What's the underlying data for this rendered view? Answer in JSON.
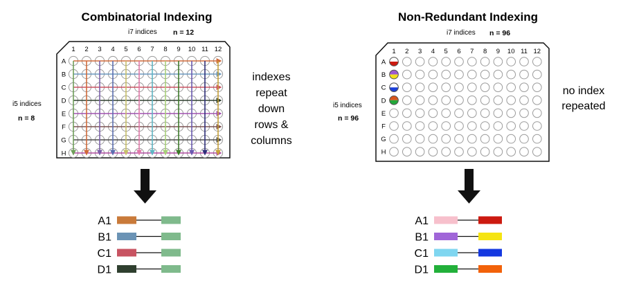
{
  "combinatorial": {
    "title": "Combinatorial Indexing",
    "i7_label": "i7 indices",
    "i7_n": "n = 12",
    "i5_label": "i5 indices",
    "i5_n": "n = 8",
    "note_lines": [
      "indexes",
      "repeat",
      "down",
      "rows &",
      "columns"
    ],
    "columns": [
      "1",
      "2",
      "3",
      "4",
      "5",
      "6",
      "7",
      "8",
      "9",
      "10",
      "11",
      "12"
    ],
    "rows": [
      "A",
      "B",
      "C",
      "D",
      "E",
      "F",
      "G",
      "H"
    ],
    "column_arrow_colors": [
      "#6f9f5a",
      "#d06a3a",
      "#7a5fa8",
      "#5c6fb0",
      "#c7c06a",
      "#e07aa8",
      "#5fb6c4",
      "#a8d07a",
      "#3d7a2a",
      "#6a5ab0",
      "#2e2f7a",
      "#c8a23a"
    ],
    "row_arrow_colors": [
      "#d06a3a",
      "#6a97bd",
      "#c85060",
      "#2f3f2f",
      "#a050b0",
      "#7a5050",
      "#4a4a4a",
      "#b04aa0"
    ],
    "combos": [
      {
        "label": "A1",
        "i7_color": "#c97a3a",
        "i5_color": "#7fba8c"
      },
      {
        "label": "B1",
        "i7_color": "#6b93b5",
        "i5_color": "#7fba8c"
      },
      {
        "label": "C1",
        "i7_color": "#c85462",
        "i5_color": "#7fba8c"
      },
      {
        "label": "D1",
        "i7_color": "#2f3f2f",
        "i5_color": "#7fba8c"
      }
    ]
  },
  "non_redundant": {
    "title": "Non-Redundant Indexing",
    "i7_label": "i7 indices",
    "i7_n": "n = 96",
    "i5_label": "i5 indices",
    "i5_n": "n = 96",
    "note_lines": [
      "no index",
      "repeated"
    ],
    "columns": [
      "1",
      "2",
      "3",
      "4",
      "5",
      "6",
      "7",
      "8",
      "9",
      "10",
      "11",
      "12"
    ],
    "rows": [
      "A",
      "B",
      "C",
      "D",
      "E",
      "F",
      "G",
      "H"
    ],
    "filled_wells": [
      {
        "row": "A",
        "top": "#ffffff",
        "bottom": "#cc1a10"
      },
      {
        "row": "B",
        "top": "#9b59d0",
        "bottom": "#f2e01a"
      },
      {
        "row": "C",
        "top": "#ffffff",
        "bottom": "#1a3fd8"
      },
      {
        "row": "D",
        "top": "#d8551a",
        "bottom": "#22a83a"
      }
    ],
    "combos": [
      {
        "label": "A1",
        "i7_color": "#f7c0cc",
        "i5_color": "#cc1a10"
      },
      {
        "label": "B1",
        "i7_color": "#a066d8",
        "i5_color": "#f5e412"
      },
      {
        "label": "C1",
        "i7_color": "#7fd6f0",
        "i5_color": "#1438e0"
      },
      {
        "label": "D1",
        "i7_color": "#22b03a",
        "i5_color": "#f2620a"
      }
    ]
  }
}
